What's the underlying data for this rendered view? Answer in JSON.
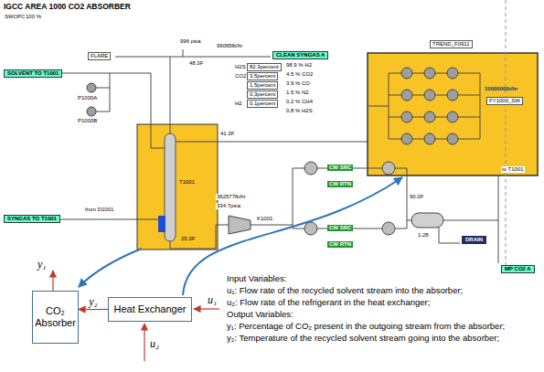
{
  "diagram": {
    "title": "IGCC AREA 1000 CO2 ABSORBER",
    "nodes": [
      {
        "text": [
          "CO₂ Absorber"
        ]
      },
      {
        "text": [
          "Heat Exchanger"
        ]
      }
    ],
    "edges": [
      {
        "from": 1,
        "to": 0,
        "arrow": "to",
        "label": "y₂"
      }
    ],
    "labels": [
      "SWOPO",
      "100 %",
      "FLARE",
      "996 psia",
      "99065lb/hr",
      "48.3F",
      "CLEAN SYNGAS A",
      "H2S",
      "CO2",
      "H2",
      "82.3percent",
      "3.5percent",
      "1.5percent",
      "0.3percent",
      "0.1percent",
      "98.9 % H2",
      "4.5 % CO2",
      "3.9 % CO",
      "1.5 % N2",
      "0.2 % CH4",
      "0.8 % H2S",
      "TREND_F0911",
      "SOLVENT TO T1001",
      "P1000A",
      "P1000B",
      "41.3F",
      "T1001",
      "25.3F",
      "from D1001",
      "SYNGAS TO T1001",
      "362577lb/hr",
      "334.7psia",
      "K1001",
      "CW SRC",
      "CW RTN",
      "CW SRC",
      "CW RTN",
      "90.0F",
      "1.28",
      "DRAIN",
      "MP CO2 A",
      "to T1001",
      "1000000lb/hr",
      "FY1000_SW",
      "y₁",
      "u₁",
      "u₂",
      "Input Variables:",
      "u₁: Flow rate of the recycled solvent stream into the absorber;",
      "u₂: Flow rate of the refrigerant in the heat exchanger;",
      "Output Variables:",
      "y₁: Percentage of CO₂ present in the outgoing stream from the absorber;",
      "y₂: Temperature of the recycled solvent stream going into the absorber;"
    ]
  }
}
